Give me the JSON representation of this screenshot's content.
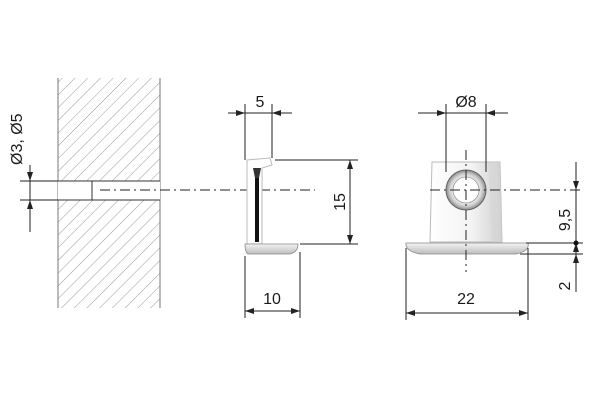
{
  "dimensions": {
    "hole_diameters": "Ø3, Ø5",
    "thickness": "5",
    "height": "15",
    "depth": "10",
    "bore_diameter": "Ø8",
    "pin_offset": "9,5",
    "flange_height": "2",
    "width": "22"
  }
}
